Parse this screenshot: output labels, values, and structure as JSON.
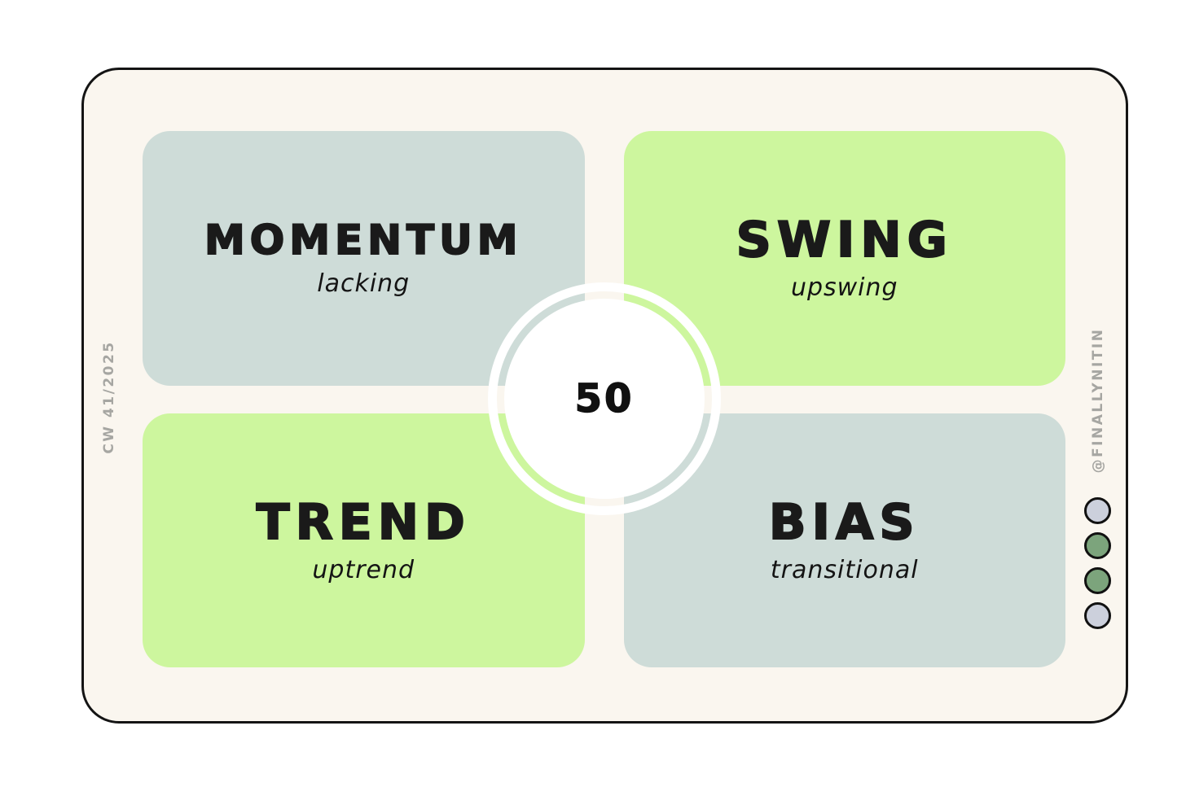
{
  "card": {
    "background": "#faf6ef",
    "border_color": "#141414"
  },
  "side_labels": {
    "left": "CW 41/2025",
    "right": "@FINALLYNITIN",
    "color": "#a6a6a2"
  },
  "quadrants": [
    {
      "id": "momentum",
      "title": "MOMENTUM",
      "subtitle": "lacking",
      "bg": "#cedcd8"
    },
    {
      "id": "swing",
      "title": "SWING",
      "subtitle": "upswing",
      "bg": "#cdf69e"
    },
    {
      "id": "trend",
      "title": "TREND",
      "subtitle": "uptrend",
      "bg": "#cdf69e"
    },
    {
      "id": "bias",
      "title": "BIAS",
      "subtitle": "transitional",
      "bg": "#cedcd8"
    }
  ],
  "center": {
    "value": "50"
  },
  "dots": [
    {
      "name": "dot-1",
      "color": "#ccd0dc"
    },
    {
      "name": "dot-2",
      "color": "#7ca47c"
    },
    {
      "name": "dot-3",
      "color": "#7ca47c"
    },
    {
      "name": "dot-4",
      "color": "#ccd0dc"
    }
  ]
}
